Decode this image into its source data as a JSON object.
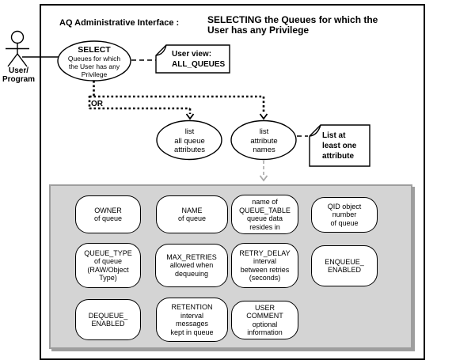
{
  "title": {
    "prefix": "AQ Administrative Interface :",
    "line1": "SELECTING the Queues for which the",
    "line2": "User has any Privilege"
  },
  "actor": {
    "label": [
      "User/",
      "Program"
    ]
  },
  "or_label": "OR",
  "use_cases": {
    "select": {
      "heading": "SELECT",
      "lines": [
        "Queues for which",
        "the User has any",
        "Privilege"
      ]
    },
    "list_all": {
      "lines": [
        "list",
        "all queue",
        "attributes"
      ]
    },
    "list_names": {
      "lines": [
        "list",
        "attribute",
        "names"
      ]
    }
  },
  "notes": {
    "user_view": {
      "lines": [
        "User view:",
        "ALL_QUEUES"
      ]
    },
    "least_one": {
      "lines": [
        "List at",
        "least one",
        "attribute"
      ]
    }
  },
  "attributes": [
    {
      "lines": [
        "OWNER",
        "of queue"
      ]
    },
    {
      "lines": [
        "NAME",
        "of queue"
      ]
    },
    {
      "lines": [
        "name of",
        "QUEUE_TABLE",
        "queue data",
        "resides in"
      ]
    },
    {
      "lines": [
        "QID object",
        "number",
        "of queue"
      ]
    },
    {
      "lines": [
        "QUEUE_TYPE",
        "of queue",
        "(RAW/Object",
        "Type)"
      ]
    },
    {
      "lines": [
        "MAX_RETRIES",
        "allowed when",
        "dequeuing"
      ]
    },
    {
      "lines": [
        "RETRY_DELAY",
        "interval",
        "between retries",
        "(seconds)"
      ]
    },
    {
      "lines": [
        "ENQUEUE_",
        "ENABLED"
      ]
    },
    {
      "lines": [
        "DEQUEUE_",
        "ENABLED"
      ]
    },
    {
      "lines": [
        "RETENTION",
        "interval",
        "messages",
        "kept in queue"
      ]
    },
    {
      "lines": [
        "USER",
        "COMMENT",
        "optional",
        "information"
      ]
    }
  ],
  "colors": {
    "background": "#ffffff",
    "stroke": "#000000",
    "panel_fill": "#d4d4d4",
    "panel_border": "#9e9e9e",
    "gray_arrow": "#a9a9a9"
  }
}
